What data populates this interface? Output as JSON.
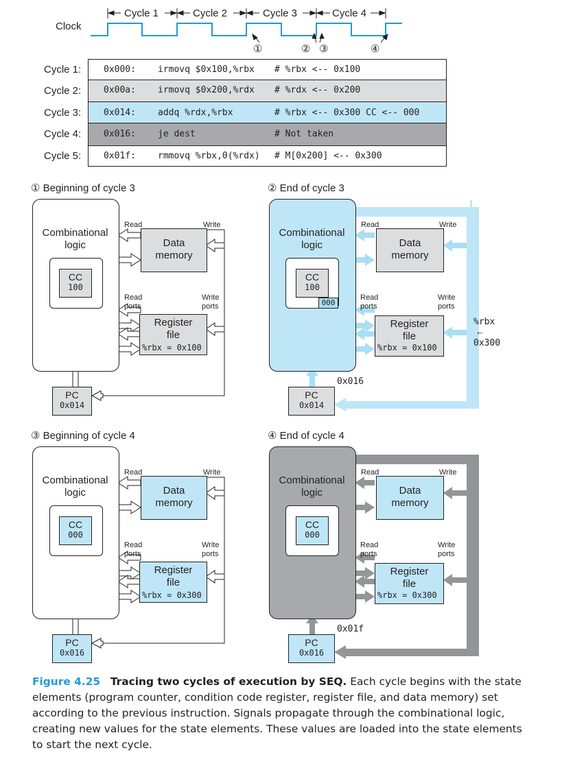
{
  "clock": {
    "label": "Clock",
    "cycles": [
      "Cycle 1",
      "Cycle 2",
      "Cycle 3",
      "Cycle 4"
    ],
    "markers": [
      "①",
      "②",
      "③",
      "④"
    ]
  },
  "program": {
    "rows": [
      {
        "label": "Cycle 1:",
        "addr": "0x000:",
        "inst": "irmovq $0x100,%rbx",
        "comment": "# %rbx <-- 0x100",
        "bg": "#ffffff"
      },
      {
        "label": "Cycle 2:",
        "addr": "0x00a:",
        "inst": "irmovq $0x200,%rdx",
        "comment": "# %rdx <-- 0x200",
        "bg": "#dcdddf"
      },
      {
        "label": "Cycle 3:",
        "addr": "0x014:",
        "inst": "addq %rdx,%rbx",
        "comment": "# %rbx <-- 0x300 CC <-- 000",
        "bg": "#bfe6f7"
      },
      {
        "label": "Cycle 4:",
        "addr": "0x016:",
        "inst": "je dest",
        "comment": "# Not taken",
        "bg": "#a7a9ac"
      },
      {
        "label": "Cycle 5:",
        "addr": "0x01f:",
        "inst": "rmmovq %rbx,0(%rdx)",
        "comment": "# M[0x200] <-- 0x300",
        "bg": "#ffffff"
      }
    ]
  },
  "panels": {
    "p1": {
      "title": "① Beginning of cycle 3",
      "comb": "Combinational logic",
      "cc_label": "CC",
      "cc_value": "100",
      "dm": "Data memory",
      "rf": "Register file",
      "rf_value": "%rbx = 0x100",
      "pc_label": "PC",
      "pc_value": "0x014",
      "read": "Read",
      "write": "Write",
      "read_ports": "Read ports",
      "write_ports": "Write ports"
    },
    "p2": {
      "title": "② End of cycle 3",
      "comb": "Combinational logic",
      "cc_label": "CC",
      "cc_value": "100",
      "cc_new": "000",
      "dm": "Data memory",
      "rf": "Register file",
      "rf_value": "%rbx = 0x100",
      "pc_label": "PC",
      "pc_value": "0x014",
      "read": "Read",
      "write": "Write",
      "read_ports": "Read ports",
      "write_ports": "Write ports",
      "new_pc": "0x016",
      "write_reg": "%rbx",
      "write_arrow": "←",
      "write_val": "0x300"
    },
    "p3": {
      "title": "③ Beginning of cycle 4",
      "comb": "Combinational logic",
      "cc_label": "CC",
      "cc_value": "000",
      "dm": "Data memory",
      "rf": "Register file",
      "rf_value": "%rbx = 0x300",
      "pc_label": "PC",
      "pc_value": "0x016",
      "read": "Read",
      "write": "Write",
      "read_ports": "Read ports",
      "write_ports": "Write ports"
    },
    "p4": {
      "title": "④ End of cycle 4",
      "comb": "Combinational logic",
      "cc_label": "CC",
      "cc_value": "000",
      "dm": "Data memory",
      "rf": "Register file",
      "rf_value": "%rbx = 0x300",
      "pc_label": "PC",
      "pc_value": "0x016",
      "read": "Read",
      "write": "Write",
      "read_ports": "Read ports",
      "write_ports": "Write ports",
      "new_pc": "0x01f"
    }
  },
  "caption": {
    "fig": "Figure 4.25",
    "title": "Tracing two cycles of execution by SEQ.",
    "text": "Each cycle begins with the state elements (program counter, condition code register, register file, and data memory) set according to the previous instruction. Signals propagate through the combinational logic, creating new values for the state elements. These values are loaded into the state elements to start the next cycle."
  },
  "colors": {
    "light_blue": "#bfe6f7",
    "mid_blue": "#a9def4",
    "light_gray": "#dcdddf",
    "dark_gray": "#a7a9ac",
    "arrow_gray": "#939598",
    "caption_blue": "#1f9ad6"
  }
}
